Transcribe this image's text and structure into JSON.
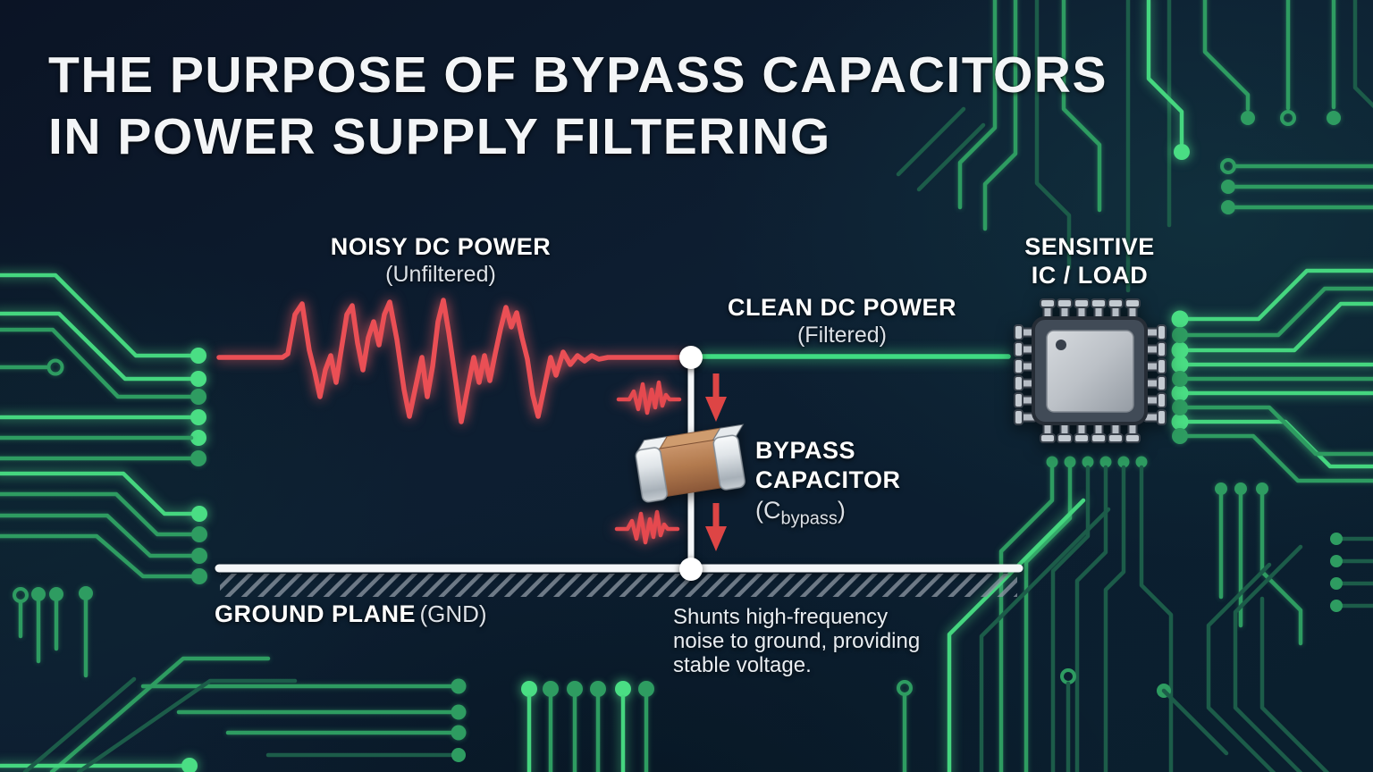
{
  "title": {
    "line1": "THE PURPOSE OF BYPASS CAPACITORS",
    "line2": "IN POWER SUPPLY FILTERING"
  },
  "labels": {
    "noisy": {
      "main": "NOISY DC POWER",
      "sub": "(Unfiltered)"
    },
    "clean": {
      "main": "CLEAN DC POWER",
      "sub": "(Filtered)"
    },
    "ic": {
      "line1": "SENSITIVE",
      "line2": "IC / LOAD"
    },
    "bypass": {
      "line1": "BYPASS",
      "line2": "CAPACITOR",
      "formula_open": "(C",
      "formula_sub": "bypass",
      "formula_close": ")"
    },
    "ground": {
      "main": "GROUND PLANE",
      "sub": "(GND)"
    },
    "caption": {
      "line1": "Shunts high-frequency",
      "line2": "noise to ground, providing",
      "line3": "stable voltage."
    }
  },
  "colors": {
    "background_navy": "#0c1c2e",
    "trace_green_bright": "#45d67f",
    "trace_green_mid": "#2e9c61",
    "trace_green_dim": "#1c5c49",
    "noise_red": "#e8494f",
    "clean_line_green": "#3fdc82",
    "wire_white": "#ffffff",
    "hatch_gray": "#8a94a0",
    "capacitor_body_tan": "#b57e52",
    "capacitor_cap_silver": "#dfe4e8",
    "chip_body_gray": "#414b57",
    "chip_die_gray": "#c3c9cf"
  },
  "icons": {
    "capacitor": "smd-capacitor-icon",
    "chip": "ic-chip-icon",
    "noise": "noise-squiggle-icon",
    "arrow": "down-arrow-icon"
  }
}
